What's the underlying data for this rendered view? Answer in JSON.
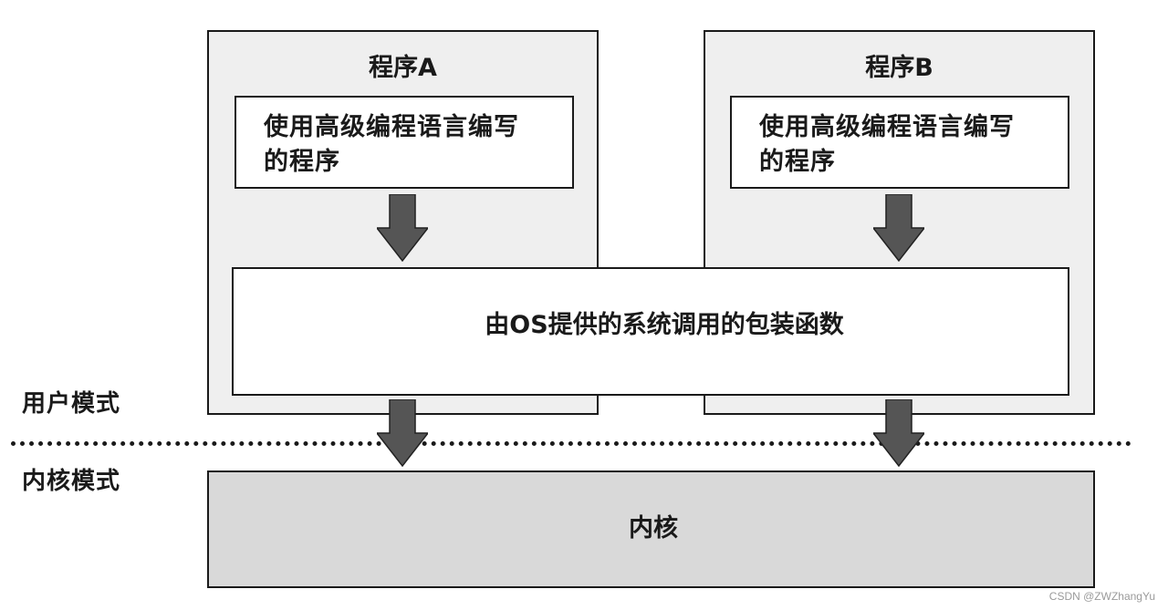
{
  "program_a": {
    "title": "程序A",
    "inner_line1": "使用高级编程语言编写",
    "inner_line2": "的程序"
  },
  "program_b": {
    "title": "程序B",
    "inner_line1": "使用高级编程语言编写",
    "inner_line2": "的程序"
  },
  "wrapper": {
    "label": "由OS提供的系统调用的包装函数"
  },
  "kernel": {
    "label": "内核"
  },
  "modes": {
    "user": "用户模式",
    "kernel": "内核模式"
  },
  "watermark": "CSDN @ZWZhangYu",
  "colors": {
    "program_box_fill": "#efefef",
    "kernel_fill": "#d9d9d9",
    "arrow_fill": "#555555",
    "border": "#1a1a1a"
  }
}
